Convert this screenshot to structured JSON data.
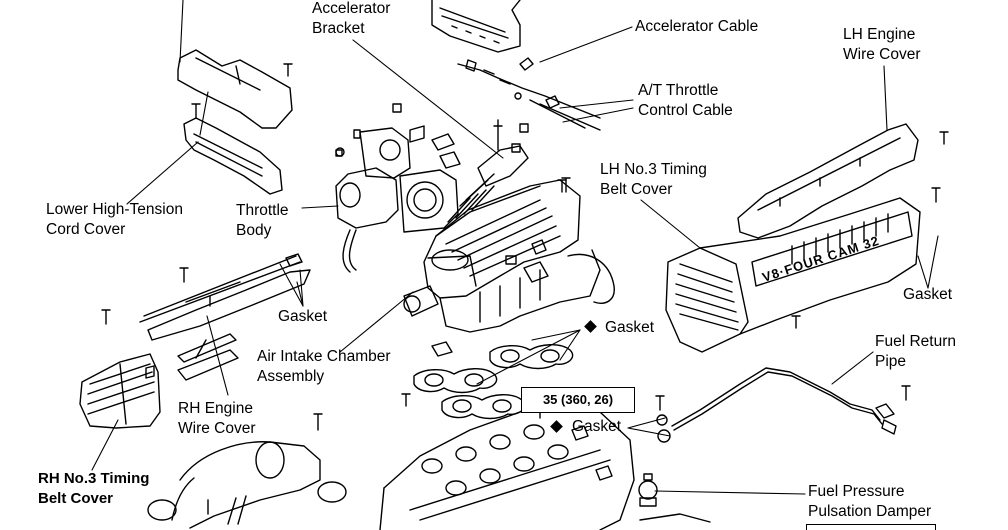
{
  "labels": {
    "accelerator_bracket": [
      "Accelerator",
      "Bracket"
    ],
    "accelerator_cable": "Accelerator Cable",
    "lh_engine_wire_cover": [
      "LH Engine",
      "Wire Cover"
    ],
    "at_throttle_control_cable": [
      "A/T Throttle",
      "Control Cable"
    ],
    "lh_no3_timing_belt_cover": [
      "LH No.3 Timing",
      "Belt Cover"
    ],
    "lower_high_tension_cord_cover": [
      "Lower High-Tension",
      "Cord Cover"
    ],
    "throttle_body": [
      "Throttle",
      "Body"
    ],
    "gasket_left": "Gasket",
    "gasket_right": "Gasket",
    "gasket_center": "Gasket",
    "gasket_torque": "Gasket",
    "air_intake_chamber_assembly": [
      "Air Intake Chamber",
      "Assembly"
    ],
    "fuel_return_pipe": [
      "Fuel Return",
      "Pipe"
    ],
    "rh_engine_wire_cover": [
      "RH Engine",
      "Wire Cover"
    ],
    "rh_no3_timing_belt_cover": [
      "RH No.3 Timing",
      "Belt Cover"
    ],
    "fuel_pressure_pulsation_damper": [
      "Fuel Pressure",
      "Pulsation Damper"
    ]
  },
  "torque_spec": "35 (360, 26)",
  "engine_badge_text": "V8·FOUR CAM 32"
}
